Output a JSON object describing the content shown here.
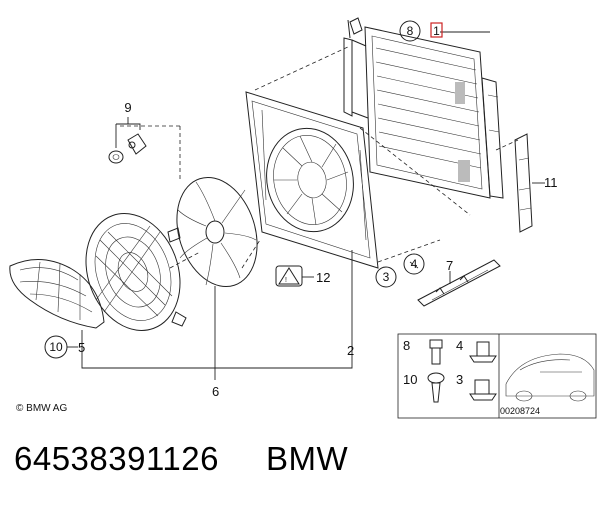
{
  "diagram": {
    "callouts": {
      "p1": "1",
      "p2": "2",
      "p3": "3",
      "p4": "4",
      "p5": "5",
      "p6": "6",
      "p7": "7",
      "p8": "8",
      "p9": "9",
      "p10": "10",
      "p11": "11",
      "p12": "12"
    },
    "legend": {
      "n8": "8",
      "n4": "4",
      "n10": "10",
      "n3": "3"
    },
    "copyright": "© BMW AG",
    "diagram_id": "00208724"
  },
  "footer": {
    "part_number": "64538391126",
    "brand": "BMW"
  },
  "colors": {
    "highlight_box": "#cc2222",
    "line": "#222222"
  }
}
